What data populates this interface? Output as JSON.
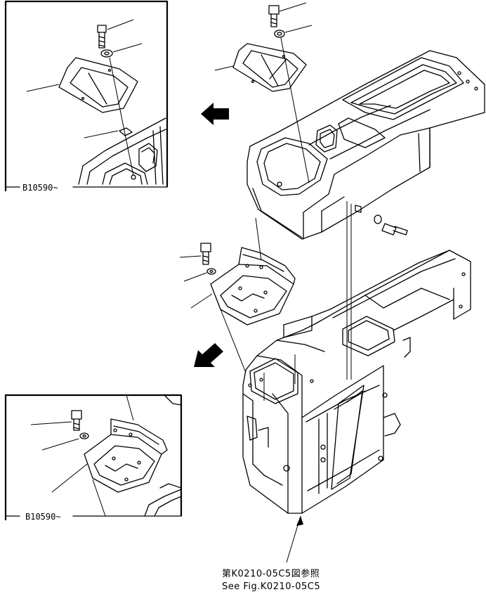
{
  "inset_top": {
    "serial_label": "B10590~"
  },
  "inset_bottom": {
    "serial_label": "B10590~"
  },
  "reference": {
    "line_jp": "第K0210-05C5図参照",
    "line_en": "See Fig.K0210-05C5"
  },
  "colors": {
    "ink": "#000000",
    "paper": "#ffffff"
  }
}
